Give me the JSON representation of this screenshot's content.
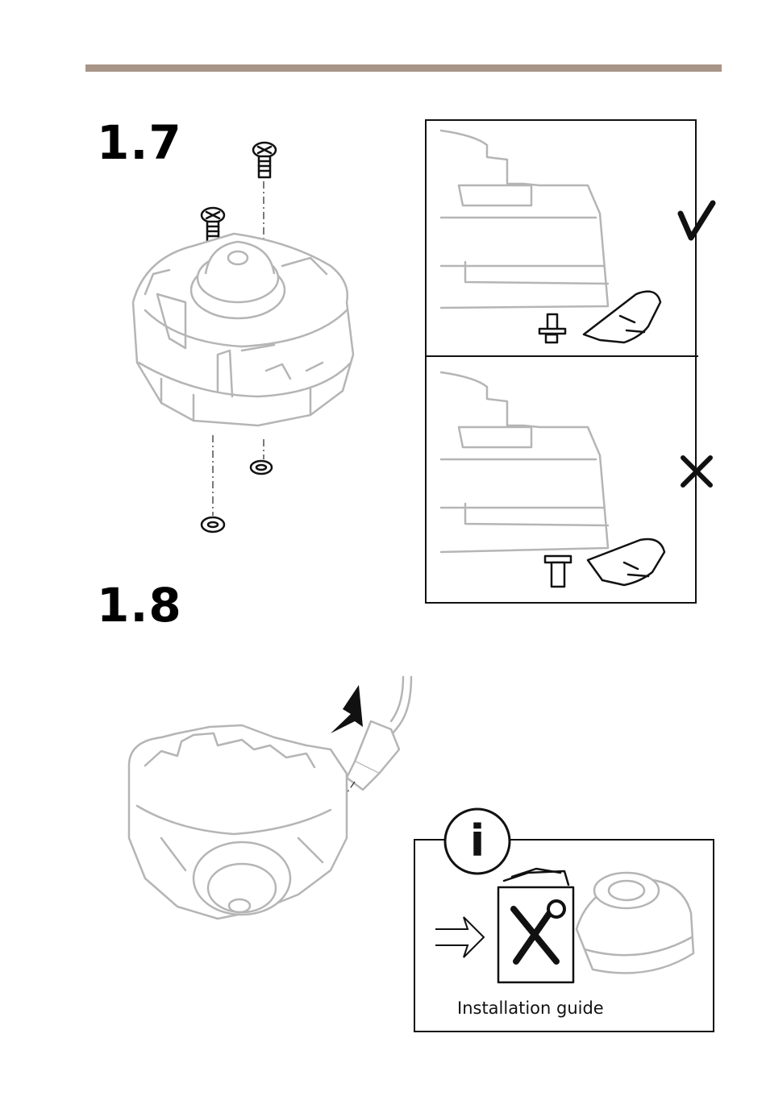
{
  "header": {
    "bar_color": "#a89588"
  },
  "steps": [
    {
      "number": "1.7"
    },
    {
      "number": "1.8"
    }
  ],
  "check_panel": {
    "correct_mark": "✓",
    "wrong_mark": "✕"
  },
  "info_box": {
    "icon": "info-icon",
    "icon_glyph": "i",
    "caption": "Installation guide"
  },
  "colors": {
    "line_grey": "#b5b5b5",
    "ink": "#111111"
  }
}
